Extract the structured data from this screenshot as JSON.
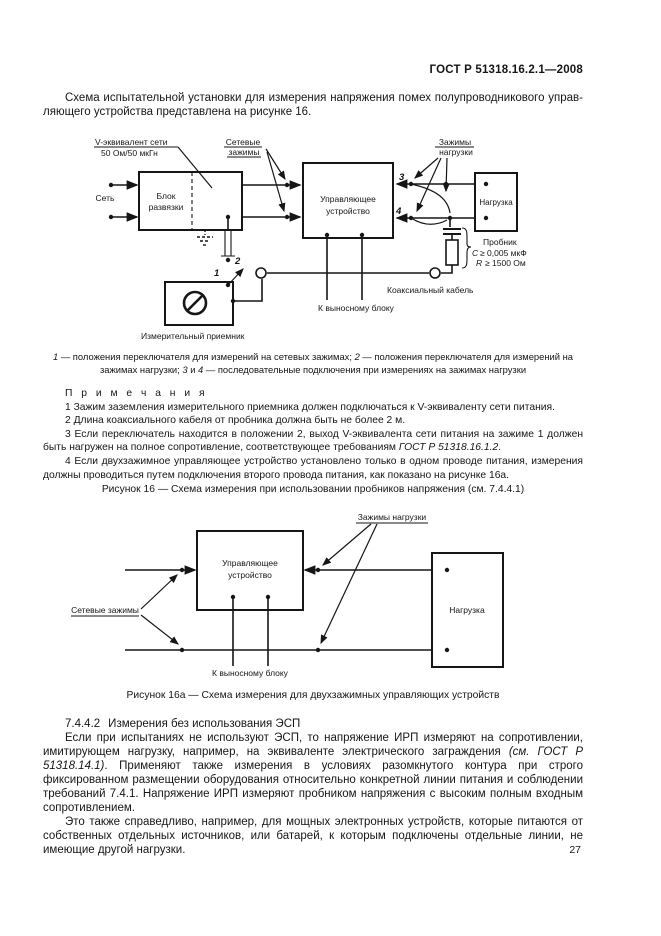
{
  "page": {
    "header": "ГОСТ Р 51318.16.2.1—2008",
    "page_number": "27"
  },
  "intro": {
    "text": "Схема испытательной установки для измерения напряжения помех полупроводникового управ­ляющего устройства представлена на рисунке 16."
  },
  "fig16": {
    "d": {
      "v1": "V-эквивалент сети",
      "v2": "50 Ом/50 мкГн",
      "mains_t1": "Сетевые",
      "mains_t2": "зажимы",
      "net": "Сеть",
      "blok1": "Блок",
      "blok2": "развязки",
      "ctrl1": "Управляющее",
      "ctrl2": "устройство",
      "load_t1": "Зажимы",
      "load_t2": "нагрузки",
      "load": "Нагрузка",
      "t3": "3",
      "t4": "4",
      "s1": "1",
      "s2": "2",
      "probe": "Пробник",
      "c_sym": "C",
      "c_val": "≥ 0,005 мкФ",
      "r_sym": "R",
      "r_val": "≥ 1500 Ом",
      "coax": "Коаксиальный кабель",
      "remote": "К выносному блоку",
      "receiver": "Измерительный приемник"
    },
    "legend": {
      "n1": "1",
      "t1": " — положения переключателя для измерений на сетевых зажимах; ",
      "n2": "2",
      "t2": " — положения переключателя для измерений на зажимах нагрузки; ",
      "n3": "3",
      "mid": " и ",
      "n4": "4",
      "t3": " — последовательные подключения при измерениях на зажимах нагрузки"
    },
    "notes": {
      "title": "П р и м е ч а н и я",
      "n1": "1 Зажим заземления измерительного приемника должен подключаться к V-эквиваленту сети питания.",
      "n2": "2 Длина коаксиального кабеля от пробника должна быть не более 2 м.",
      "n3_pre": "3 Если переключатель находится в положении 2, выход V-эквивалента сети питания на зажиме 1 должен быть нагружен на полное сопротивление, соответствующее требованиям ",
      "n3_italic": "ГОСТ Р 51318.16.1.2",
      "n3_post": ".",
      "n4": "4 Если двухзажимное управляющее устройство установлено только в одном проводе питания, измерения должны проводиться путем подключения второго провода питания, как показано на рисунке 16а."
    },
    "caption": "Рисунок 16 — Схема измерения при использовании пробников напряжения (см. 7.4.4.1)"
  },
  "fig16a": {
    "d": {
      "load_terminals": "Зажимы нагрузки",
      "mains_terminals": "Сетевые зажимы",
      "ctrl1": "Управляющее",
      "ctrl2": "устройство",
      "load": "Нагрузка",
      "remote": "К выносному блоку"
    },
    "caption": "Рисунок 16а — Схема измерения для двухзажимных управляющих устройств"
  },
  "section": {
    "heading_num": "7.4.4.2",
    "heading_text": "Измерения без использования ЭСП",
    "p1_pre": "Если при испытаниях не используют ЭСП, то напряжение ИРП измеряют на сопротивлении, ими­тирующем нагрузку, например, на эквиваленте электрического заграждения ",
    "p1_italic": "(см. ГОСТ Р 51318.14.1)",
    "p1_post": ". Применяют также измерения в условиях разомкнутого контура при строго фиксированном размещении оборудования относительно конкретной линии питания и соблюдении требований 7.4.1. Напряжение ИРП измеряют пробником напряжения с высоким полным входным сопротивлением.",
    "p2": "Это также справедливо, например, для мощных электронных устройств, которые питаются от собственных отдельных источников, или батарей, к которым подключены отдельные линии, не имею­щие другой нагрузки."
  }
}
